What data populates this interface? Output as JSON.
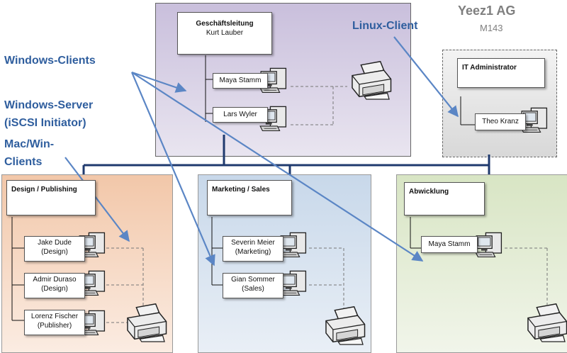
{
  "brand": {
    "company": "Yeez1 AG",
    "module": "M143"
  },
  "annotations": {
    "linux_client": "Linux-Client",
    "windows_clients": "Windows-Clients",
    "windows_server_line1": "Windows-Server",
    "windows_server_line2": "(iSCSI Initiator)",
    "mac_win_line1": "Mac/Win-",
    "mac_win_line2": "Clients"
  },
  "management": {
    "title": "Geschäftsleitung",
    "subtitle": "Kurt Lauber",
    "members": [
      "Maya Stamm",
      "Lars Wyler"
    ]
  },
  "it": {
    "title": "IT Administrator",
    "members": [
      "Theo Kranz"
    ]
  },
  "design": {
    "title": "Design / Publishing",
    "members": [
      {
        "name": "Jake Dude",
        "role": "(Design)"
      },
      {
        "name": "Admir Duraso",
        "role": "(Design)"
      },
      {
        "name": "Lorenz Fischer",
        "role": "(Publisher)"
      }
    ]
  },
  "marketing": {
    "title": "Marketing / Sales",
    "members": [
      {
        "name": "Severin Meier",
        "role": "(Marketing)"
      },
      {
        "name": "Gian Sommer",
        "role": "(Sales)"
      }
    ]
  },
  "abwicklung": {
    "title": "Abwicklung",
    "members": [
      "Maya Stamm"
    ]
  },
  "colors": {
    "management_bg": "#cfc6de",
    "design_bg": "#f3cdb4",
    "marketing_bg": "#cddbea",
    "abwicklung_bg": "#dfe9cf",
    "it_bg": "#dcdcdc",
    "network_line": "#1f3a6e",
    "annotation_blue": "#2f5e9e",
    "arrow_blue": "#5b86c5"
  },
  "icons": [
    "workstation-icon",
    "printer-icon"
  ]
}
